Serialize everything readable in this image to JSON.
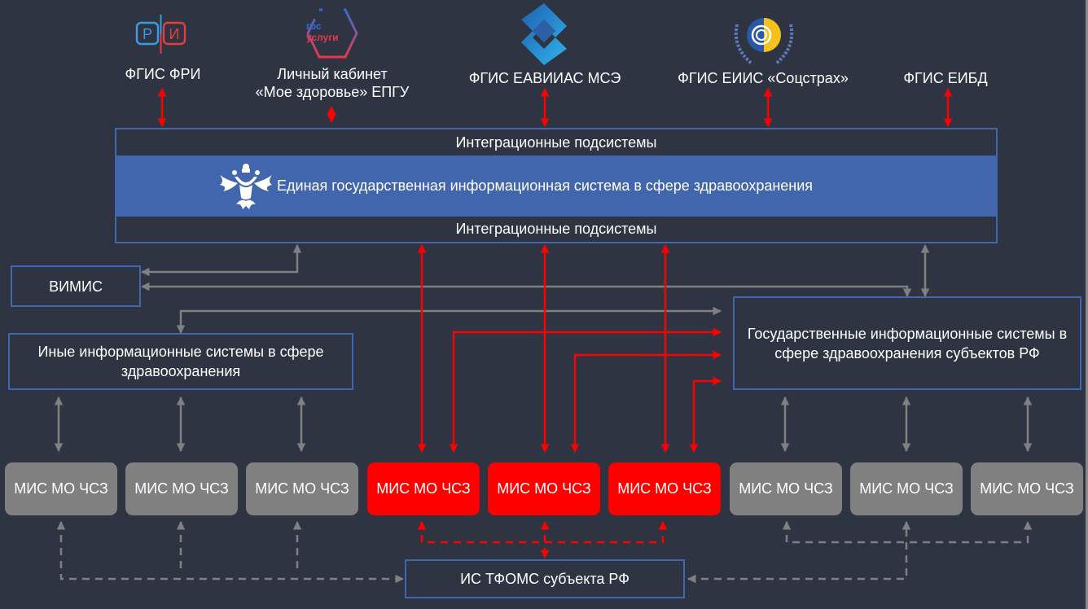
{
  "external_systems": [
    {
      "id": "fri",
      "label": "ФГИС ФРИ",
      "logo": "fri-logo",
      "logo_text": [
        "Р",
        "И"
      ]
    },
    {
      "id": "epgu",
      "label_lines": [
        "Личный кабинет",
        "«Мое здоровье» ЕПГУ"
      ],
      "logo": "gosuslugi-logo",
      "logo_text": [
        "гос",
        "услуги"
      ]
    },
    {
      "id": "msei",
      "label": "ФГИС ЕАВИИАС МСЭ",
      "logo": "msei-logo"
    },
    {
      "id": "socstrah",
      "label": "ФГИС ЕИИС «Соцстрах»",
      "logo": "fss-logo"
    },
    {
      "id": "eibd",
      "label": "ФГИС ЕИБД"
    }
  ],
  "egisz": {
    "top_band": "Интеграционные подсистемы",
    "title": "Единая государственная информационная система в сфере здравоохранения",
    "bottom_band": "Интеграционные подсистемы",
    "logo": "russian-eagle-emblem"
  },
  "vimis": {
    "label": "ВИМИС"
  },
  "other_is": {
    "label": "Иные информационные системы в сфере здравоохранения"
  },
  "regional_gis": {
    "label": "Государственные информационные системы в сфере здравоохранения субъектов РФ"
  },
  "mis_nodes": [
    {
      "label": "МИС МО ЧСЗ",
      "status": "gray"
    },
    {
      "label": "МИС МО ЧСЗ",
      "status": "gray"
    },
    {
      "label": "МИС МО ЧСЗ",
      "status": "gray"
    },
    {
      "label": "МИС МО ЧСЗ",
      "status": "red"
    },
    {
      "label": "МИС МО ЧСЗ",
      "status": "red"
    },
    {
      "label": "МИС МО ЧСЗ",
      "status": "red"
    },
    {
      "label": "МИС МО ЧСЗ",
      "status": "gray"
    },
    {
      "label": "МИС МО ЧСЗ",
      "status": "gray"
    },
    {
      "label": "МИС МО ЧСЗ",
      "status": "gray"
    }
  ],
  "tfoms": {
    "label": "ИС ТФОМС субъекта РФ"
  },
  "colors": {
    "background": "#2f3442",
    "accent_blue": "#4266ad",
    "highlight_red": "#ff0000",
    "neutral_gray": "#808080",
    "text": "#ffffff"
  }
}
